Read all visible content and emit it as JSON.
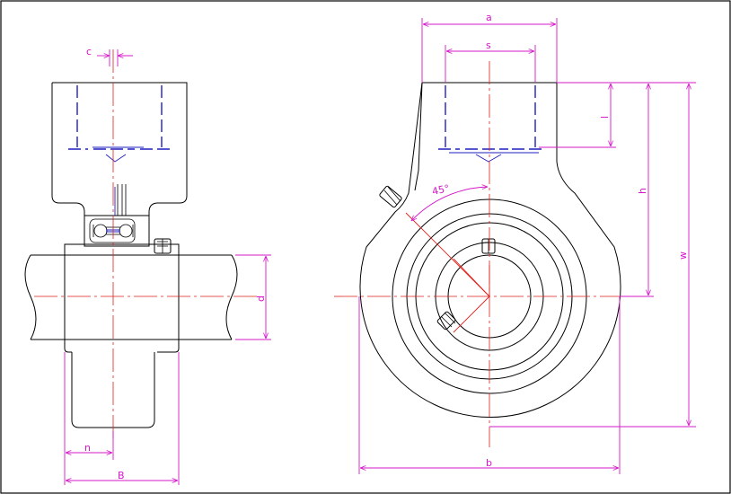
{
  "colors": {
    "object_line": "#000000",
    "hidden_line": "#1f1fbf",
    "center_line": "#e0201c",
    "dimension": "#d417c8",
    "background": "#ffffff"
  },
  "side_view": {
    "dim_c": "c",
    "dim_d": "d",
    "dim_n": "n",
    "dim_B": "B"
  },
  "front_view": {
    "dim_a": "a",
    "dim_s": "s",
    "dim_l": "l",
    "dim_h": "h",
    "dim_w": "w",
    "dim_b": "b",
    "angle": "45°"
  }
}
